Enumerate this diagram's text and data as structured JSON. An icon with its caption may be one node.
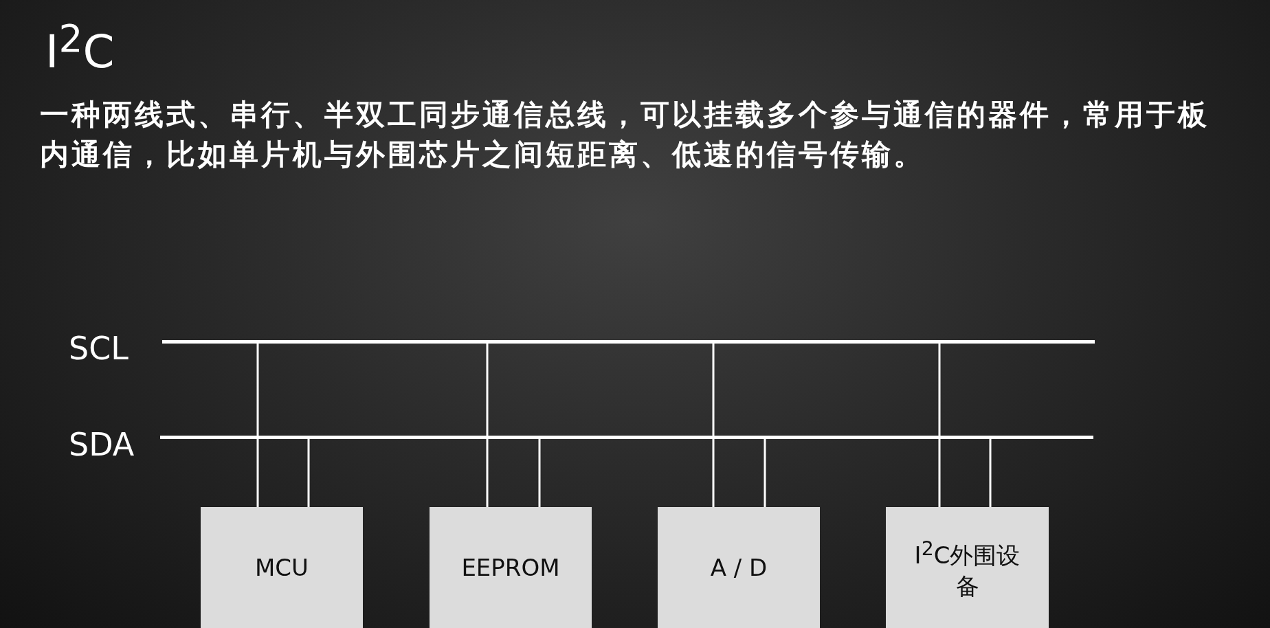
{
  "diagram": {
    "title": "I$^{2}$C",
    "nodes": [
      {
        "text": [],
        "shape": "bar",
        "beside": [
          "SCL"
        ]
      },
      {
        "text": [],
        "shape": "bar",
        "beside": [
          "SDA"
        ]
      },
      {
        "text": [
          "MCU"
        ]
      },
      {
        "text": [
          "EEPROM"
        ]
      },
      {
        "text": [
          "A / D"
        ]
      },
      {
        "text": [
          "I$^{2}$C外围设备"
        ]
      }
    ],
    "edges": [
      {
        "from": 0,
        "to": 2,
        "arrow": "none"
      },
      {
        "from": 1,
        "to": 2,
        "arrow": "none"
      },
      {
        "from": 0,
        "to": 3,
        "arrow": "none"
      },
      {
        "from": 1,
        "to": 3,
        "arrow": "none"
      },
      {
        "from": 0,
        "to": 4,
        "arrow": "none"
      },
      {
        "from": 1,
        "to": 4,
        "arrow": "none"
      },
      {
        "from": 0,
        "to": 5,
        "arrow": "none"
      },
      {
        "from": 1,
        "to": 5,
        "arrow": "none"
      }
    ],
    "labels": [
      "一种两线式、串行、半双工同步通信总线，可以挂载多个参与通信的器件，常用于板内通信，比如单片机与外围芯片之间短距离、低速的信号传输。"
    ]
  }
}
